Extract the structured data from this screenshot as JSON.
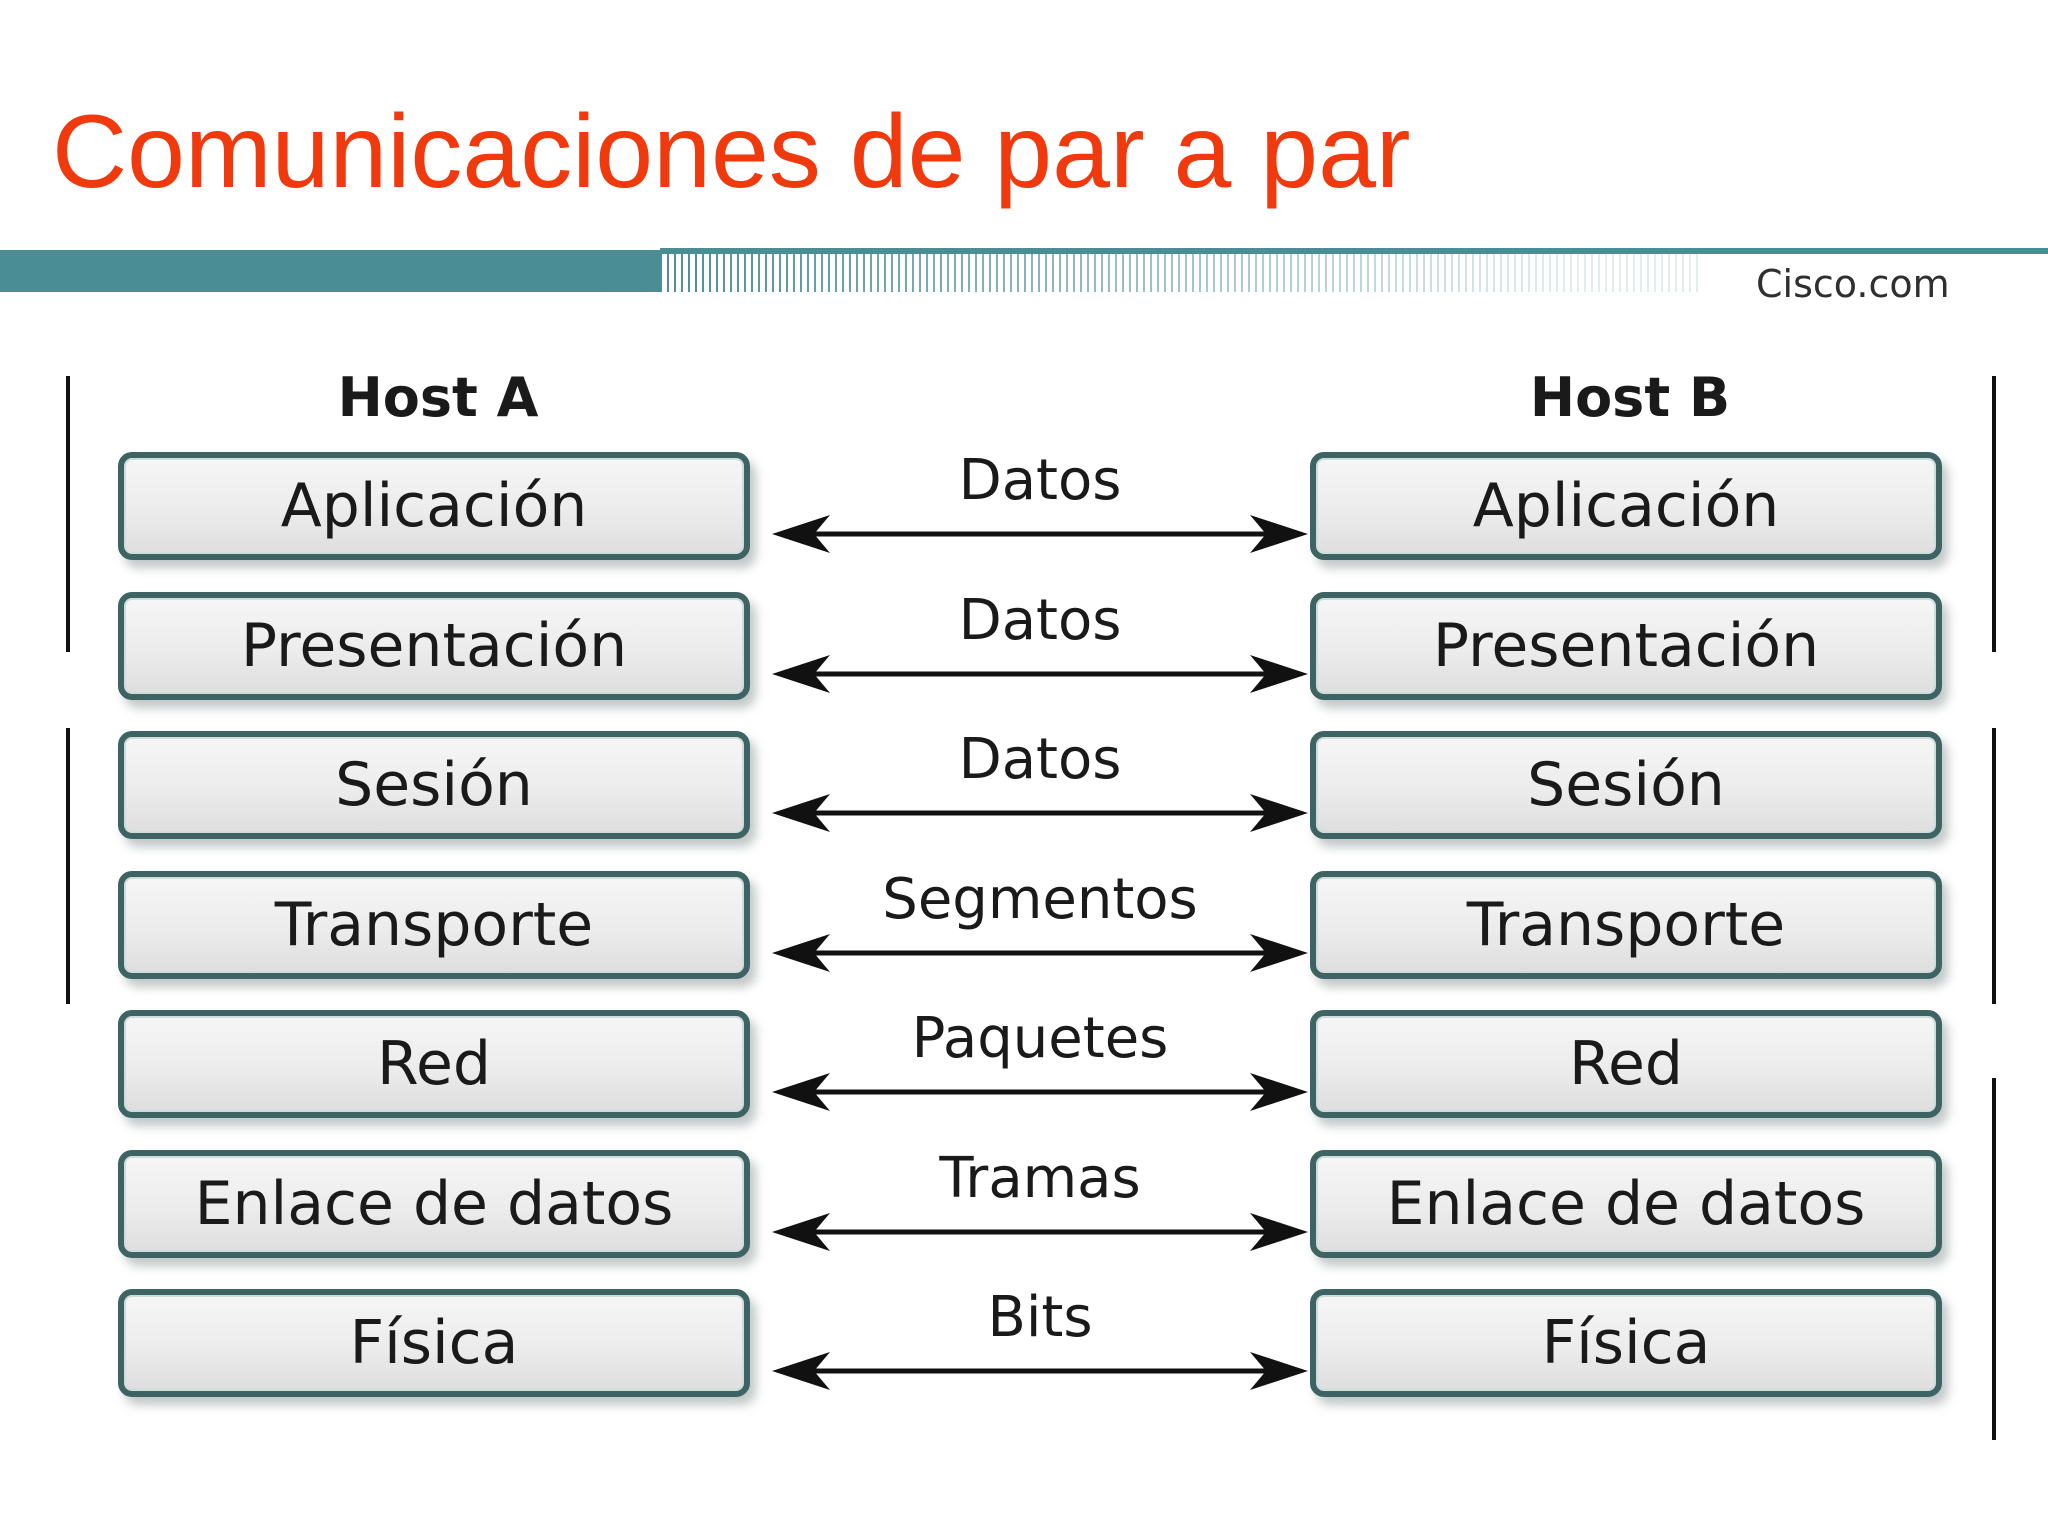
{
  "slide": {
    "title": "Comunicaciones de par a par",
    "brand": "Cisco.com",
    "colors": {
      "title": "#f03a0e",
      "banner": "#4a8d94",
      "box_border": "#3d6363"
    }
  },
  "diagram": {
    "host_a": "Host A",
    "host_b": "Host B",
    "layers": [
      {
        "name": "Aplicación",
        "pdu": "Datos"
      },
      {
        "name": "Presentación",
        "pdu": "Datos"
      },
      {
        "name": "Sesión",
        "pdu": "Datos"
      },
      {
        "name": "Transporte",
        "pdu": "Segmentos"
      },
      {
        "name": "Red",
        "pdu": "Paquetes"
      },
      {
        "name": "Enlace de datos",
        "pdu": "Tramas"
      },
      {
        "name": "Física",
        "pdu": "Bits"
      }
    ]
  }
}
